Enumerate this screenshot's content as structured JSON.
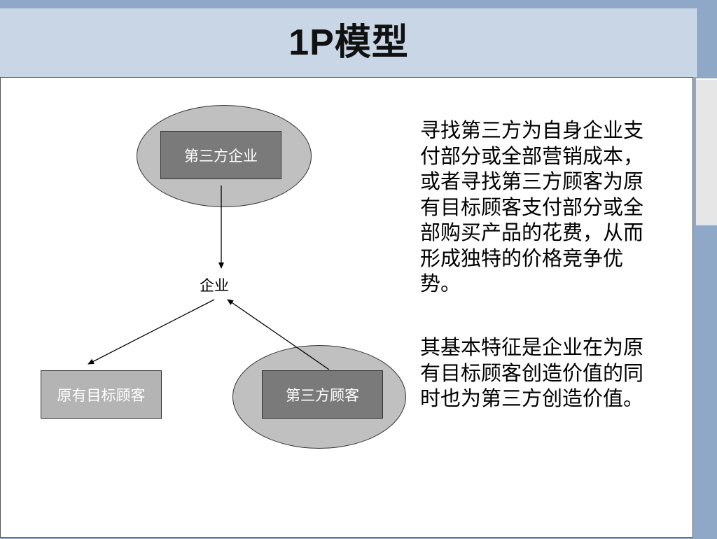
{
  "slide": {
    "title": "1P模型"
  },
  "diagram": {
    "top_node": "第三方企业",
    "center_node": "企业",
    "left_node": "原有目标顾客",
    "right_node": "第三方顾客"
  },
  "text": {
    "paragraph1": "寻找第三方为自身企业支付部分或全部营销成本，或者寻找第三方顾客为原有目标顾客支付部分或全部购买产品的花费，从而形成独特的价格竞争优势。",
    "paragraph2": "其基本特征是企业在为原有目标顾客创造价值的同时也为第三方创造价值。"
  },
  "colors": {
    "title_bar": "#c9d6e6",
    "frame_blue": "#8fa8c8",
    "ellipse_fill": "#c0c0c0",
    "box_dark": "#7a7a7a",
    "box_light": "#b4b4b4"
  }
}
